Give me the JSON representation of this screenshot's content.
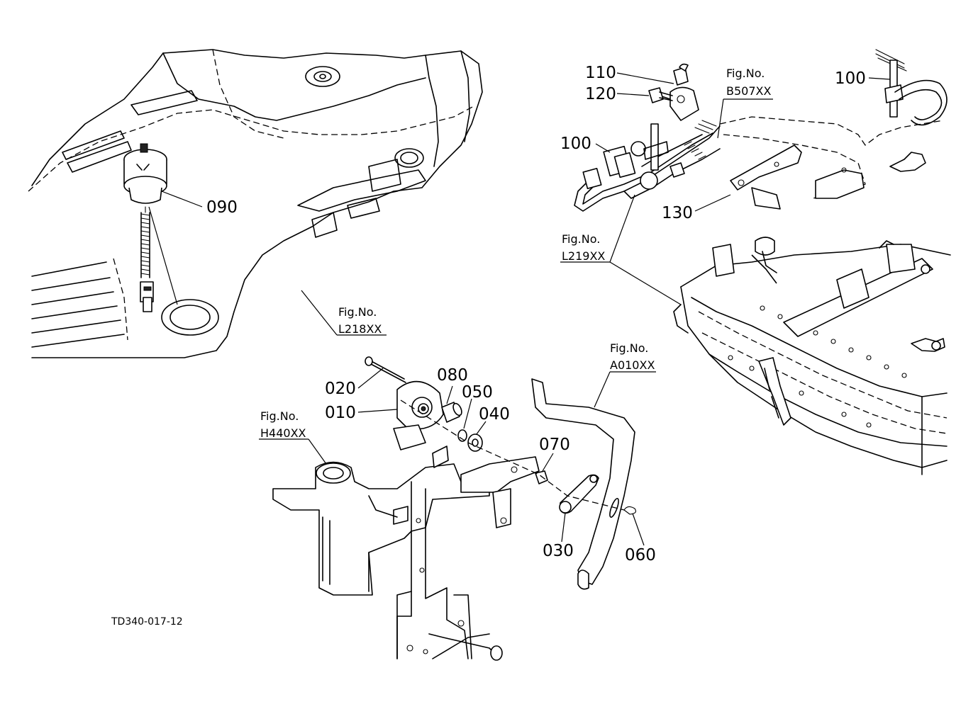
{
  "drawing_code": "TD340-017-12",
  "part_callouts": {
    "p010": "010",
    "p020": "020",
    "p030": "030",
    "p040": "040",
    "p050": "050",
    "p060": "060",
    "p070": "070",
    "p080": "080",
    "p090": "090",
    "p100_left": "100",
    "p100_right": "100",
    "p110": "110",
    "p120": "120",
    "p130": "130"
  },
  "figure_refs": {
    "b507": {
      "prefix": "Fig.No.",
      "code": "B507XX"
    },
    "l219": {
      "prefix": "Fig.No.",
      "code": "L219XX"
    },
    "l218": {
      "prefix": "Fig.No.",
      "code": "L218XX"
    },
    "a010": {
      "prefix": "Fig.No.",
      "code": "A010XX"
    },
    "h440": {
      "prefix": "Fig.No.",
      "code": "H440XX"
    }
  }
}
